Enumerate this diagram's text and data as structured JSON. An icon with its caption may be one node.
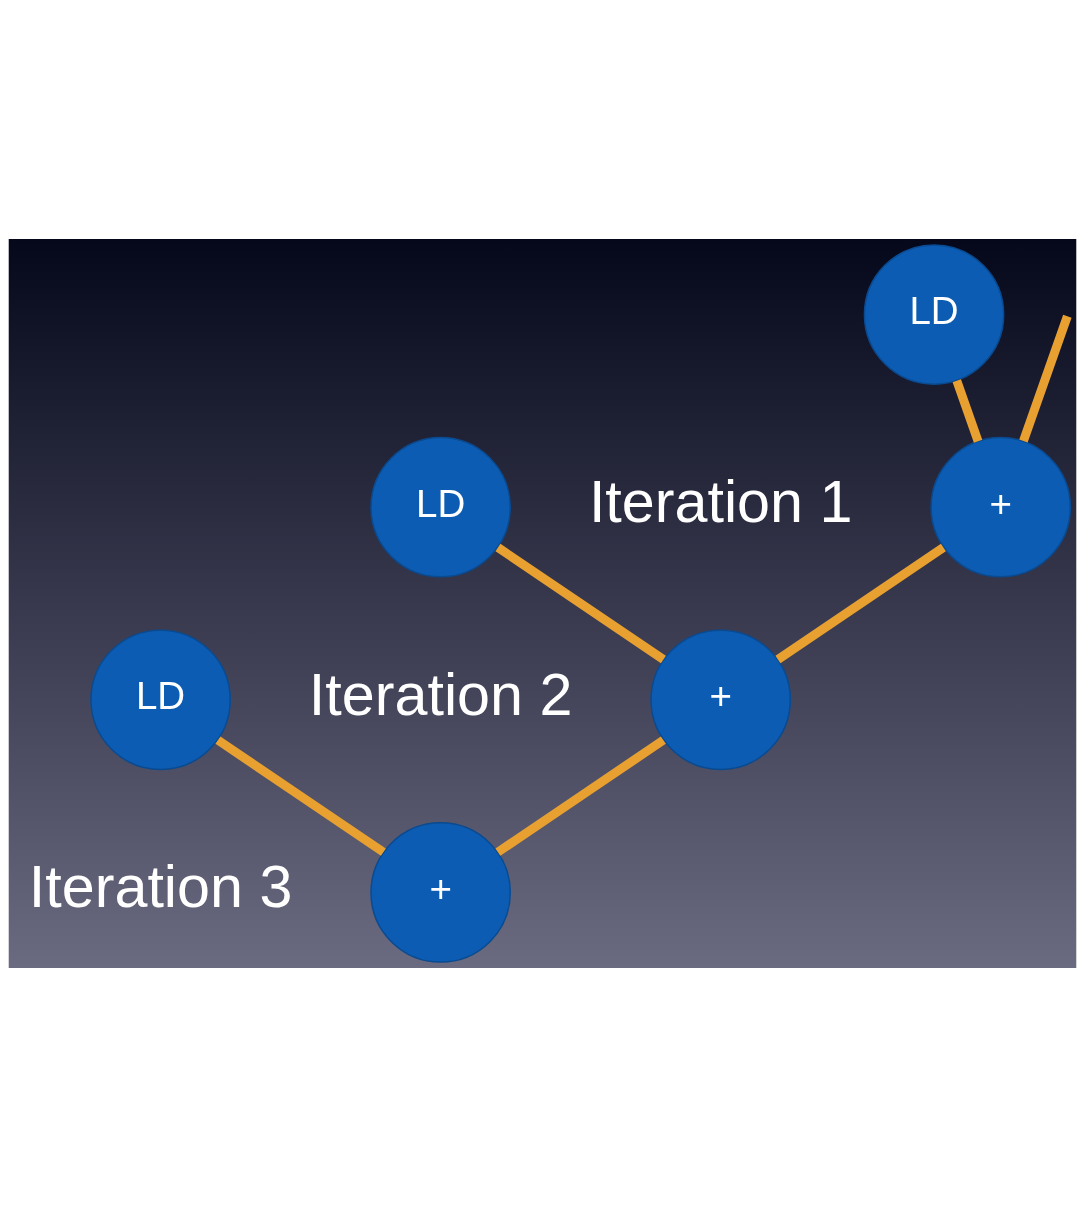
{
  "diagram": {
    "nodes": [
      {
        "text": [
          "LD"
        ]
      },
      {
        "text": [
          "+"
        ]
      },
      {
        "text": [
          "LD"
        ]
      },
      {
        "text": [
          "+"
        ]
      },
      {
        "text": [
          "LD"
        ]
      },
      {
        "text": [
          "+"
        ]
      }
    ],
    "edges": [
      {
        "from": null,
        "to": 1,
        "arrow": "none"
      },
      {
        "from": 0,
        "to": 1,
        "arrow": "none"
      },
      {
        "from": 1,
        "to": 3,
        "arrow": "none"
      },
      {
        "from": 2,
        "to": 3,
        "arrow": "none"
      },
      {
        "from": 3,
        "to": 5,
        "arrow": "none"
      },
      {
        "from": 4,
        "to": 5,
        "arrow": "none"
      }
    ],
    "labels": [
      "Iteration 1",
      "Iteration 2",
      "Iteration 3"
    ]
  }
}
